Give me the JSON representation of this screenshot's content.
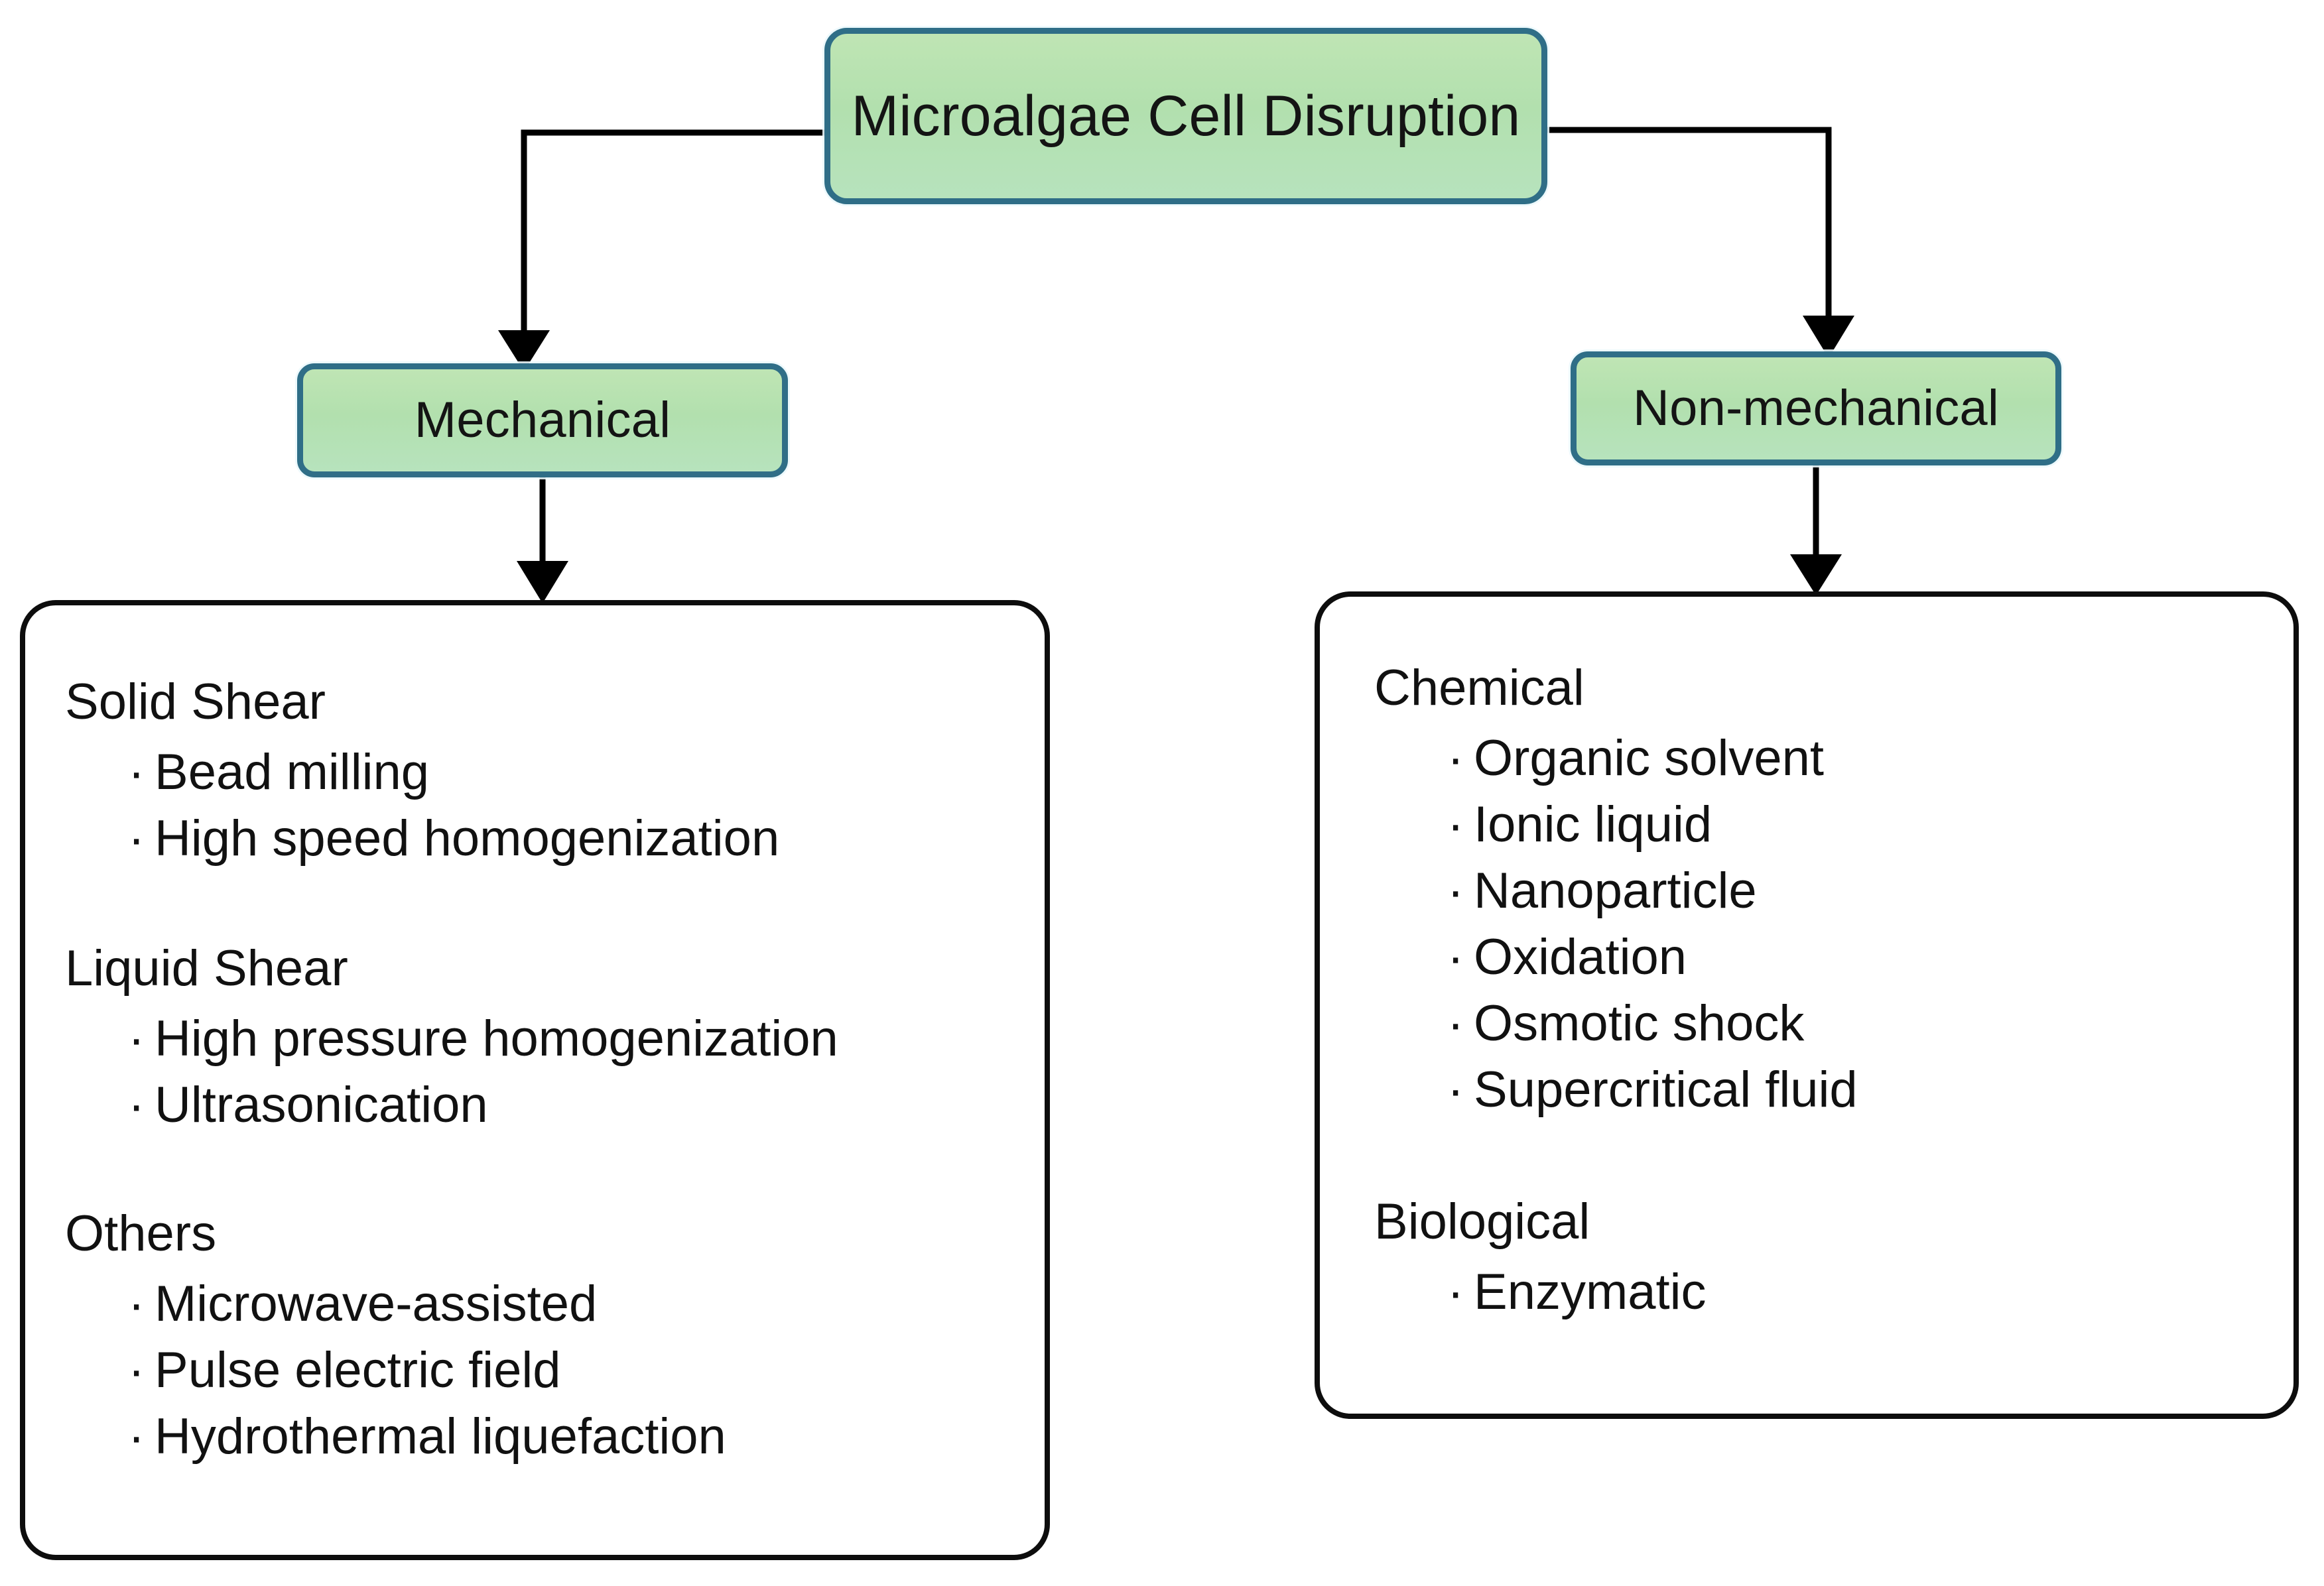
{
  "diagram": {
    "root": {
      "label": "Microalgae Cell Disruption"
    },
    "branches": [
      {
        "label": "Mechanical"
      },
      {
        "label": "Non-mechanical"
      }
    ],
    "mechanical_groups": [
      {
        "title": "Solid Shear",
        "items": [
          "Bead milling",
          "High speed homogenization"
        ]
      },
      {
        "title": "Liquid Shear",
        "items": [
          "High pressure homogenization",
          "Ultrasonication"
        ]
      },
      {
        "title": "Others",
        "items": [
          "Microwave-assisted",
          "Pulse electric field",
          "Hydrothermal liquefaction"
        ]
      }
    ],
    "nonmechanical_groups": [
      {
        "title": "Chemical",
        "items": [
          "Organic solvent",
          "Ionic liquid",
          "Nanoparticle",
          "Oxidation",
          "Osmotic shock",
          "Supercritical fluid"
        ]
      },
      {
        "title": "Biological",
        "items": [
          "Enzymatic"
        ]
      }
    ],
    "bullet_glyph": "·",
    "colors": {
      "node_fill": "#b2e0ae",
      "node_border": "#2f6e87",
      "panel_border": "#0d0d0d",
      "connector": "#000000",
      "text": "#111111",
      "background": "#ffffff"
    }
  }
}
